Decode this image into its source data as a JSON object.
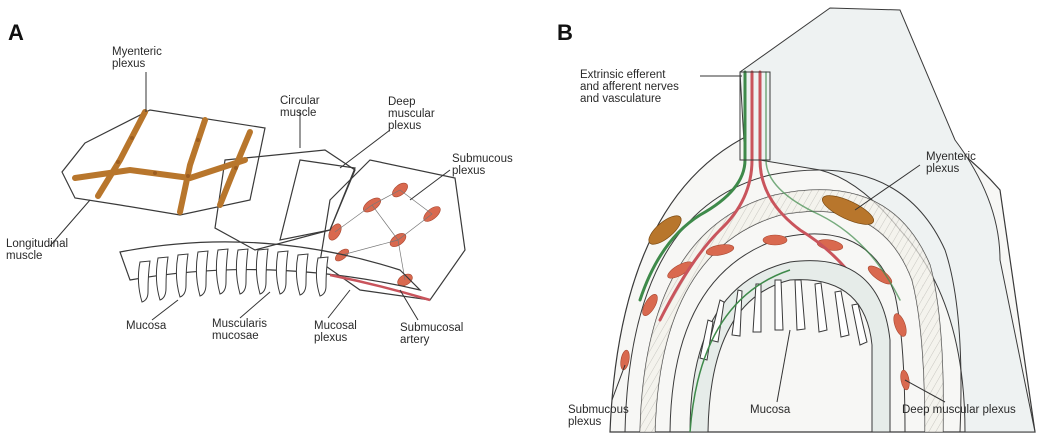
{
  "panels": {
    "a": {
      "letter": "A",
      "labels": {
        "myenteric_plexus": "Myenteric\nplexus",
        "circular_muscle": "Circular\nmuscle",
        "deep_muscular_plexus": "Deep\nmuscular\nplexus",
        "submucous_plexus": "Submucous\nplexus",
        "longitudinal_muscle": "Longitudinal\nmuscle",
        "mucosa": "Mucosa",
        "muscularis_mucosae": "Muscularis\nmucosae",
        "mucosal_plexus": "Mucosal\nplexus",
        "submucosal_artery": "Submucosal\nartery"
      }
    },
    "b": {
      "letter": "B",
      "labels": {
        "extrinsic": "Extrinsic efferent\nand afferent nerves\nand vasculature",
        "myenteric_plexus": "Myenteric\nplexus",
        "submucous_plexus": "Submucous\nplexus",
        "mucosa": "Mucosa",
        "deep_muscular_plexus": "Deep muscular plexus"
      }
    }
  },
  "colors": {
    "plexus_brown": "#b8762c",
    "ganglion_red": "#d9694f",
    "nerve_green": "#3e8a4a",
    "vessel_red": "#c9545c",
    "tissue_fill": "#f4f0e6",
    "shade": "#e2e6e4"
  }
}
